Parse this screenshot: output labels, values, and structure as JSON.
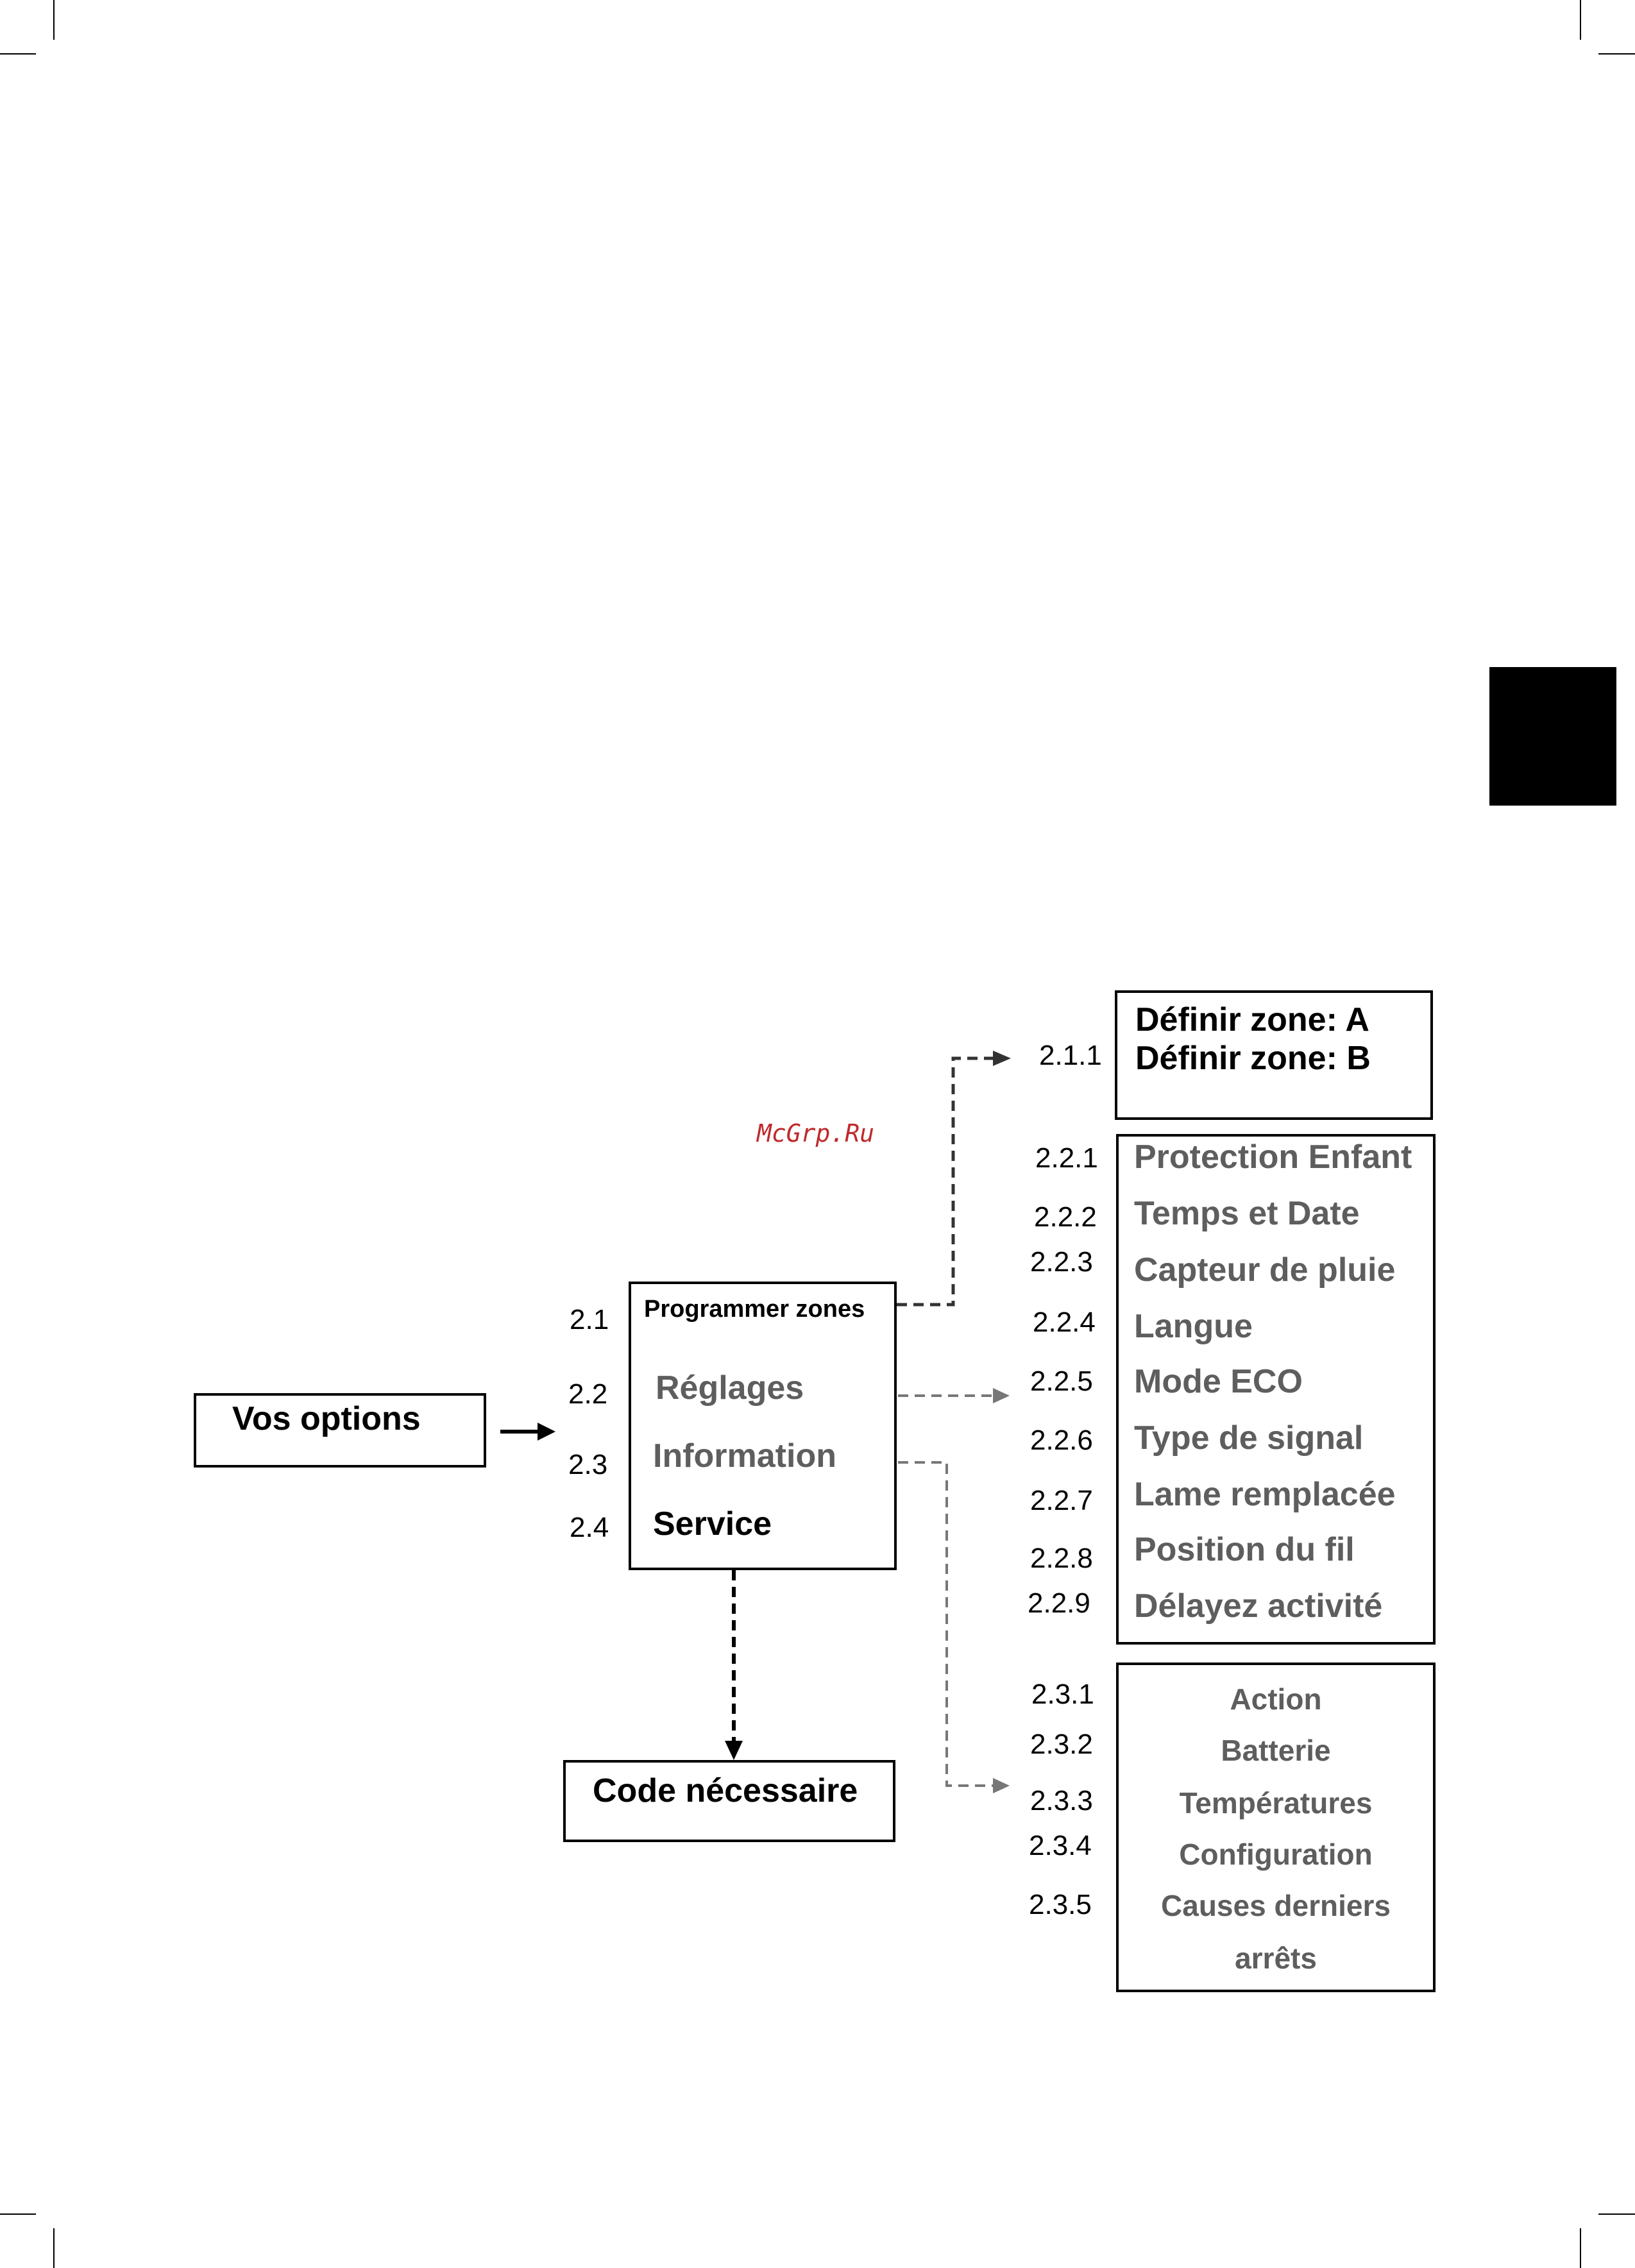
{
  "watermark": "McGrp.Ru",
  "root": {
    "label": "Vos options"
  },
  "menu": {
    "items": [
      {
        "num": "2.1",
        "label": "Programmer zones",
        "color": "#000000"
      },
      {
        "num": "2.2",
        "label": "Réglages",
        "color": "#5e5e5e"
      },
      {
        "num": "2.3",
        "label": "Information",
        "color": "#5e5e5e"
      },
      {
        "num": "2.4",
        "label": "Service",
        "color": "#000000"
      }
    ]
  },
  "code_box": {
    "label": "Code nécessaire"
  },
  "zones": {
    "num": "2.1.1",
    "lines": [
      "Définir zone: A",
      "Définir zone: B"
    ]
  },
  "settings": {
    "items": [
      {
        "num": "2.2.1",
        "label": "Protection Enfant"
      },
      {
        "num": "2.2.2",
        "label": "Temps et Date"
      },
      {
        "num": "2.2.3",
        "label": "Capteur de pluie"
      },
      {
        "num": "2.2.4",
        "label": "Langue"
      },
      {
        "num": "2.2.5",
        "label": "Mode ECO"
      },
      {
        "num": "2.2.6",
        "label": "Type de signal"
      },
      {
        "num": "2.2.7",
        "label": "Lame remplacée"
      },
      {
        "num": "2.2.8",
        "label": "Position du fil"
      },
      {
        "num": "2.2.9",
        "label": "Délayez activité"
      }
    ]
  },
  "information": {
    "items": [
      {
        "num": "2.3.1",
        "label": "Action"
      },
      {
        "num": "2.3.2",
        "label": "Batterie"
      },
      {
        "num": "2.3.3",
        "label": "Températures"
      },
      {
        "num": "2.3.4",
        "label": "Configuration"
      },
      {
        "num": "2.3.5",
        "label": "Causes derniers"
      }
    ],
    "continuation": "arrêts"
  },
  "colors": {
    "black": "#000000",
    "gray_text": "#5e5e5e",
    "watermark": "#c0292b",
    "gray_arrow": "#777777"
  }
}
